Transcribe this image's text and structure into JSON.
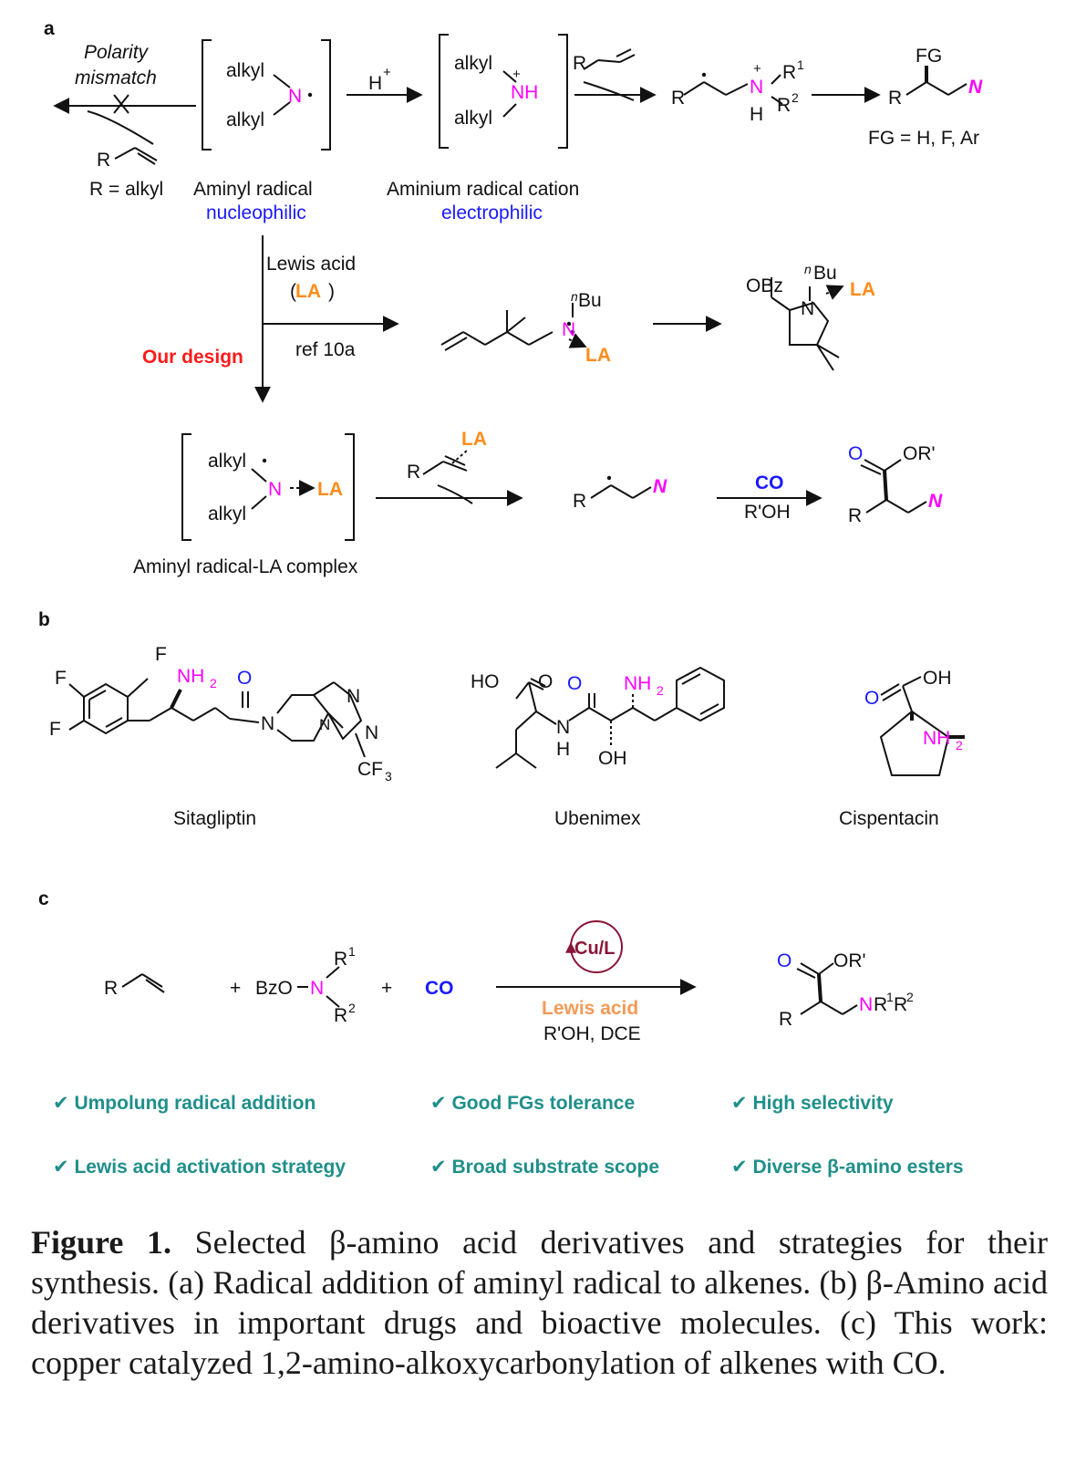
{
  "colors": {
    "blue": "#1a1aff",
    "magenta": "#ff00ff",
    "orange": "#ff8c1a",
    "red": "#ff1a1a",
    "teal": "#1f8f8a",
    "maroon": "#8a1538",
    "orange_light": "#f39a56"
  },
  "panel_a": {
    "label": "a",
    "polarity_1": "Polarity",
    "polarity_2": "mismatch",
    "r_alkyl": "R = alkyl",
    "R": "R",
    "alkyl": "alkyl",
    "N": "N",
    "NH": "NH",
    "H": "H",
    "H_plus": "H",
    "plus": "+",
    "aminyl_radical": "Aminyl radical",
    "nucleophilic": "nucleophilic",
    "aminium": "Aminium radical cation",
    "electrophilic": "electrophilic",
    "R1": "R",
    "R2": "R",
    "sup1": "1",
    "sup2": "2",
    "FG": "FG",
    "FG_eq": "FG = H, F, Ar",
    "lewis_acid": "Lewis acid",
    "LA": "LA",
    "ref": "ref 10a",
    "our_design": "Our design",
    "nBu": "Bu",
    "n": "n",
    "OBz": "OBz",
    "complex": "Aminyl radical-LA complex",
    "CO": "CO",
    "ROH": "R'OH",
    "O": "O",
    "OR": "OR'"
  },
  "panel_b": {
    "label": "b",
    "F": "F",
    "NH2": "NH",
    "sub2": "2",
    "O": "O",
    "N": "N",
    "CF3": "CF",
    "sub3": "3",
    "HO": "HO",
    "OH": "OH",
    "H": "H",
    "sitagliptin": "Sitagliptin",
    "ubenimex": "Ubenimex",
    "cispentacin": "Cispentacin"
  },
  "panel_c": {
    "label": "c",
    "R": "R",
    "plus": "+",
    "BzO": "BzO",
    "N": "N",
    "CO": "CO",
    "cat": "Cu/L",
    "lewis_acid": "Lewis acid",
    "cond": "R'OH, DCE",
    "O": "O",
    "OR": "OR'",
    "NR1R2": "NR",
    "features": [
      "Umpolung radical addition",
      "Good FGs tolerance",
      "High selectivity",
      "Lewis acid activation strategy",
      "Broad substrate scope",
      "Diverse β-amino esters"
    ],
    "check": "✔"
  },
  "caption": {
    "lead": "Figure 1.",
    "text": "Selected β-amino acid derivatives and strategies for their synthesis. (a) Radical addition of aminyl radical to alkenes. (b) β-Amino acid derivatives in important drugs and bioactive molecules. (c) This work: copper catalyzed 1,2-amino-alkoxycarbonylation of alkenes with CO."
  }
}
